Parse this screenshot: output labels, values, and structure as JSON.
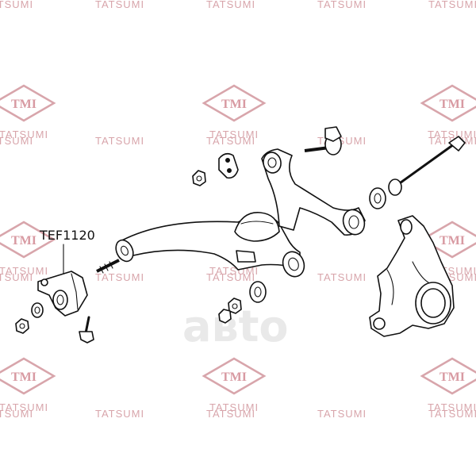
{
  "diagram": {
    "part_label": "TEF1120"
  },
  "watermark": {
    "brand_text": "TATSUMI",
    "logo_text": "TMI",
    "overlay_text": "авto",
    "color": "#d8a5ab"
  },
  "components": [
    {
      "name": "lower-control-arm"
    },
    {
      "name": "upper-control-arm"
    },
    {
      "name": "steering-knuckle"
    },
    {
      "name": "arm-bracket"
    },
    {
      "name": "bolts"
    },
    {
      "name": "nuts-and-washers"
    }
  ]
}
